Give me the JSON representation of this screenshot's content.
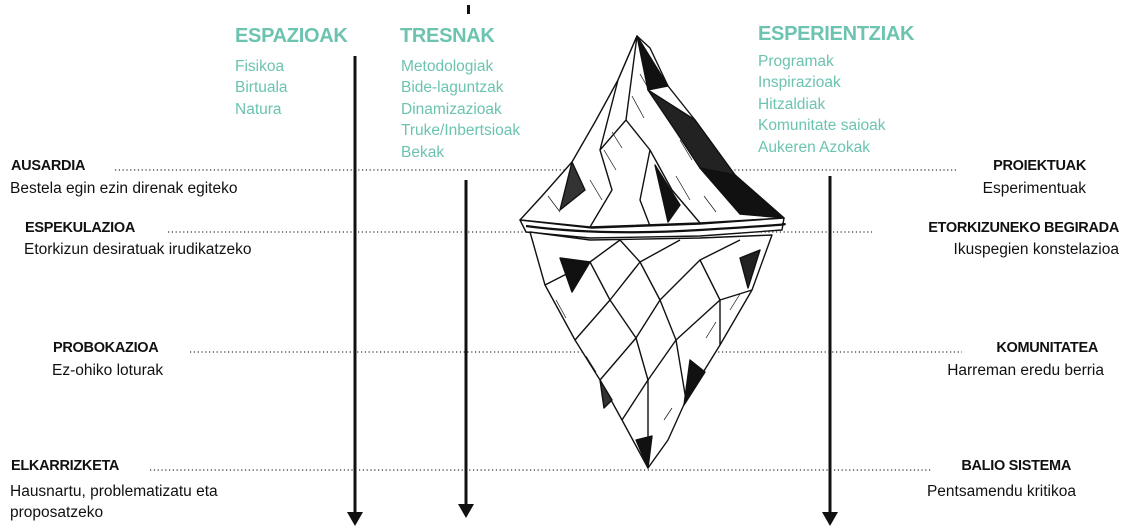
{
  "colors": {
    "accent": "#6cc3b0",
    "ink": "#111111",
    "dots": "#333333"
  },
  "columns": [
    {
      "title": "ESPAZIOAK",
      "items": [
        "Fisikoa",
        "Birtuala",
        "Natura"
      ]
    },
    {
      "title": "TRESNAK",
      "items": [
        "Metodologiak",
        "Bide-laguntzak",
        "Dinamizazioak",
        "Truke/Inbertsioak",
        "Bekak"
      ]
    },
    {
      "title": "ESPERIENTZIAK",
      "items": [
        "Programak",
        "Inspirazioak",
        "Hitzaldiak",
        "Komunitate saioak",
        "Aukeren Azokak"
      ]
    }
  ],
  "levels_left": [
    {
      "title": "AUSARDIA",
      "subtitle": "Bestela egin ezin direnak egiteko"
    },
    {
      "title": "ESPEKULAZIOA",
      "subtitle": "Etorkizun desiratuak irudikatzeko"
    },
    {
      "title": "PROBOKAZIOA",
      "subtitle": "Ez-ohiko loturak"
    },
    {
      "title": "ELKARRIZKETA",
      "subtitle": "Hausnartu, problematizatu eta",
      "subtitle2": "proposatzeko"
    }
  ],
  "levels_right": [
    {
      "title": "PROIEKTUAK",
      "subtitle": "Esperimentuak"
    },
    {
      "title": "ETORKIZUNEKO BEGIRADA",
      "subtitle": "Ikuspegien konstelazioa"
    },
    {
      "title": "KOMUNITATEA",
      "subtitle": "Harreman eredu berria"
    },
    {
      "title": "BALIO SISTEMA",
      "subtitle": "Pentsamendu kritikoa"
    }
  ],
  "icons": {
    "iceberg": "iceberg-illustration",
    "arrow": "arrow-down-icon"
  }
}
